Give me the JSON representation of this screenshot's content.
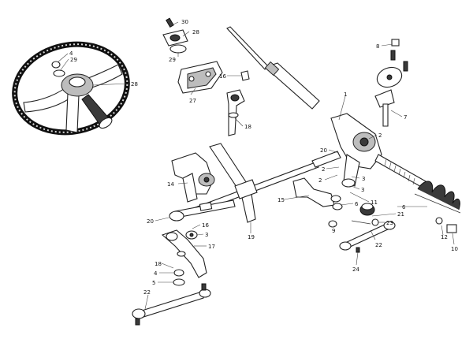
{
  "callouts": [
    {
      "id": "c30",
      "label": "30"
    },
    {
      "id": "c28a",
      "label": "28"
    },
    {
      "id": "c29a",
      "label": "29"
    },
    {
      "id": "c27",
      "label": "27"
    },
    {
      "id": "c4a",
      "label": "4"
    },
    {
      "id": "c29b",
      "label": "29"
    },
    {
      "id": "c28b",
      "label": "28"
    },
    {
      "id": "c16a",
      "label": "16"
    },
    {
      "id": "c18a",
      "label": "18"
    },
    {
      "id": "c8a",
      "label": "8"
    },
    {
      "id": "c7",
      "label": "7"
    },
    {
      "id": "c1",
      "label": "1"
    },
    {
      "id": "c2a",
      "label": "2"
    },
    {
      "id": "c20a",
      "label": "20"
    },
    {
      "id": "c2b",
      "label": "2"
    },
    {
      "id": "c3a",
      "label": "3"
    },
    {
      "id": "c2c",
      "label": "2"
    },
    {
      "id": "c3b",
      "label": "3"
    },
    {
      "id": "c11",
      "label": "11"
    },
    {
      "id": "c15",
      "label": "15"
    },
    {
      "id": "c6a",
      "label": "6"
    },
    {
      "id": "c9",
      "label": "9"
    },
    {
      "id": "c14",
      "label": "14"
    },
    {
      "id": "c21",
      "label": "21"
    },
    {
      "id": "c23",
      "label": "23"
    },
    {
      "id": "c6b",
      "label": "6"
    },
    {
      "id": "c22a",
      "label": "22"
    },
    {
      "id": "c24",
      "label": "24"
    },
    {
      "id": "c12",
      "label": "12"
    },
    {
      "id": "c10",
      "label": "10"
    },
    {
      "id": "c20b",
      "label": "20"
    },
    {
      "id": "c16b",
      "label": "16"
    },
    {
      "id": "c3c",
      "label": "3"
    },
    {
      "id": "c17",
      "label": "17"
    },
    {
      "id": "c19",
      "label": "19"
    },
    {
      "id": "c18b",
      "label": "18"
    },
    {
      "id": "c4b",
      "label": "4"
    },
    {
      "id": "c5",
      "label": "5"
    },
    {
      "id": "c22b",
      "label": "22"
    }
  ]
}
